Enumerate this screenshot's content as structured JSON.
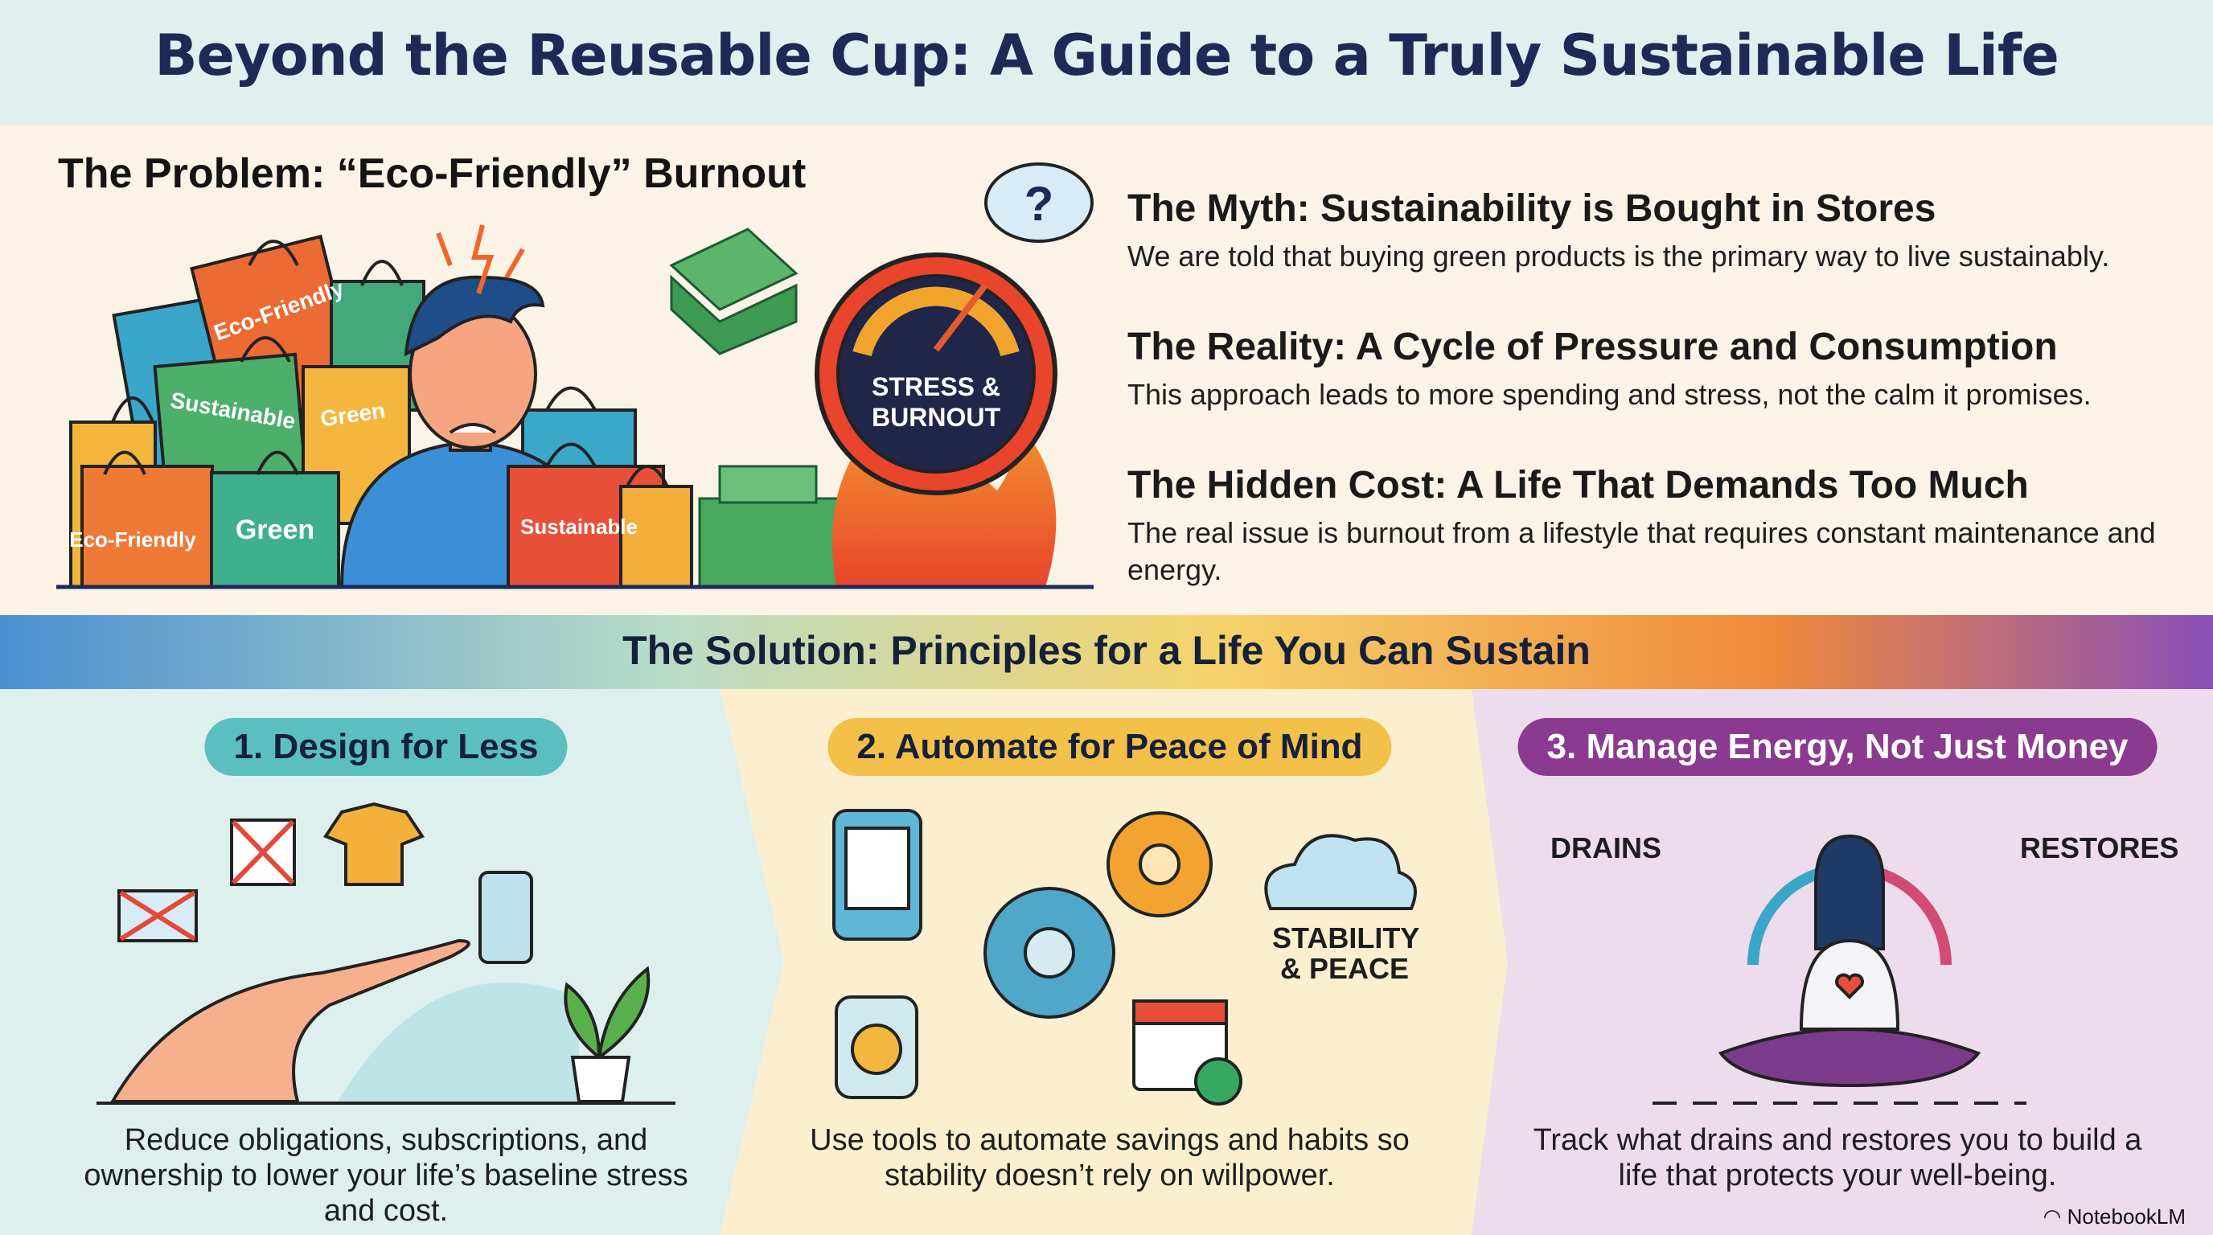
{
  "title": "Beyond the Reusable Cup: A Guide to a Truly Sustainable Life",
  "problem": {
    "heading": "The Problem: “Eco-Friendly” Burnout",
    "bags": [
      "Eco-Friendly",
      "Sustainable",
      "Green",
      "Eco-Friendly",
      "Green",
      "Sustainable"
    ],
    "gauge_line1": "STRESS &",
    "gauge_line2": "BURNOUT",
    "thought": "?",
    "points": [
      {
        "heading": "The Myth: Sustainability is Bought in Stores",
        "body": "We are told that buying green products is the primary way to live sustainably."
      },
      {
        "heading": "The Reality: A Cycle of Pressure and Consumption",
        "body": "This approach leads to more spending and stress, not the calm it promises."
      },
      {
        "heading": "The Hidden Cost: A Life That Demands Too Much",
        "body": "The real issue is burnout from a lifestyle that requires constant maintenance and energy."
      }
    ]
  },
  "solution": {
    "heading": "The Solution: Principles for a Life You Can Sustain",
    "principles": [
      {
        "title": "1. Design for Less",
        "caption": "Reduce obligations, subscriptions, and ownership to lower your life’s baseline stress and cost.",
        "color": "#5bbfbf"
      },
      {
        "title": "2. Automate for Peace of Mind",
        "caption": "Use tools to automate savings and habits so stability doesn’t rely on willpower.",
        "color": "#f3c04a",
        "label": "STABILITY & PEACE"
      },
      {
        "title": "3. Manage Energy, Not Just Money",
        "caption": "Track what drains and restores you to build a life that protects your well-being.",
        "color": "#8a3b8f",
        "left_label": "DRAINS",
        "right_label": "RESTORES"
      }
    ]
  },
  "footer": {
    "brand": "NotebookLM"
  }
}
